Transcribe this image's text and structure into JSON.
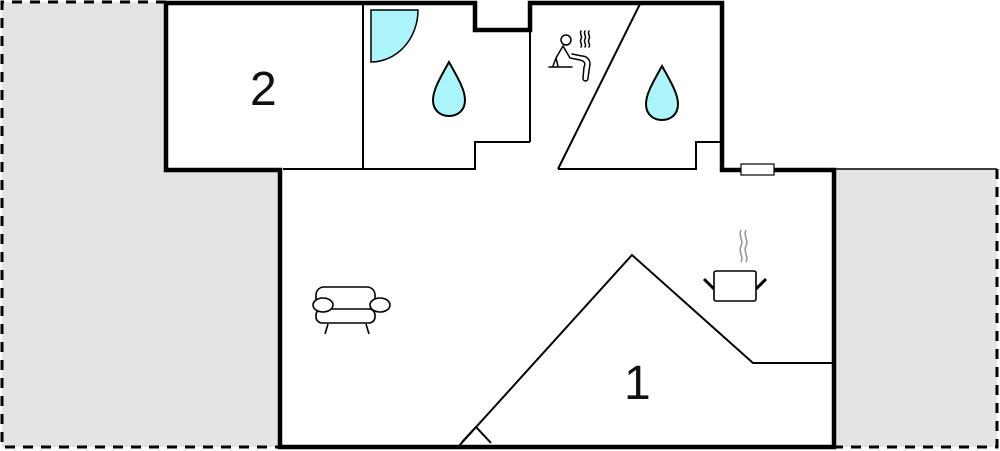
{
  "floorplan": {
    "colors": {
      "terrace_fill": "#e4e4e4",
      "water_fill": "#aaf4fa",
      "wall": "#000000",
      "background": "#ffffff"
    },
    "rooms": [
      {
        "id": "room-1",
        "label": "1",
        "type": "bedroom-or-living"
      },
      {
        "id": "room-2",
        "label": "2",
        "type": "bedroom"
      },
      {
        "id": "bathroom-left",
        "icon": "water-drop-icon"
      },
      {
        "id": "bathroom-right",
        "icon": "water-drop-icon"
      },
      {
        "id": "sauna",
        "icon": "sauna-icon"
      },
      {
        "id": "living-room",
        "icon": "sofa-icon"
      },
      {
        "id": "kitchen",
        "icon": "cooking-pot-icon"
      }
    ],
    "labels": {
      "room1": "1",
      "room2": "2"
    }
  }
}
